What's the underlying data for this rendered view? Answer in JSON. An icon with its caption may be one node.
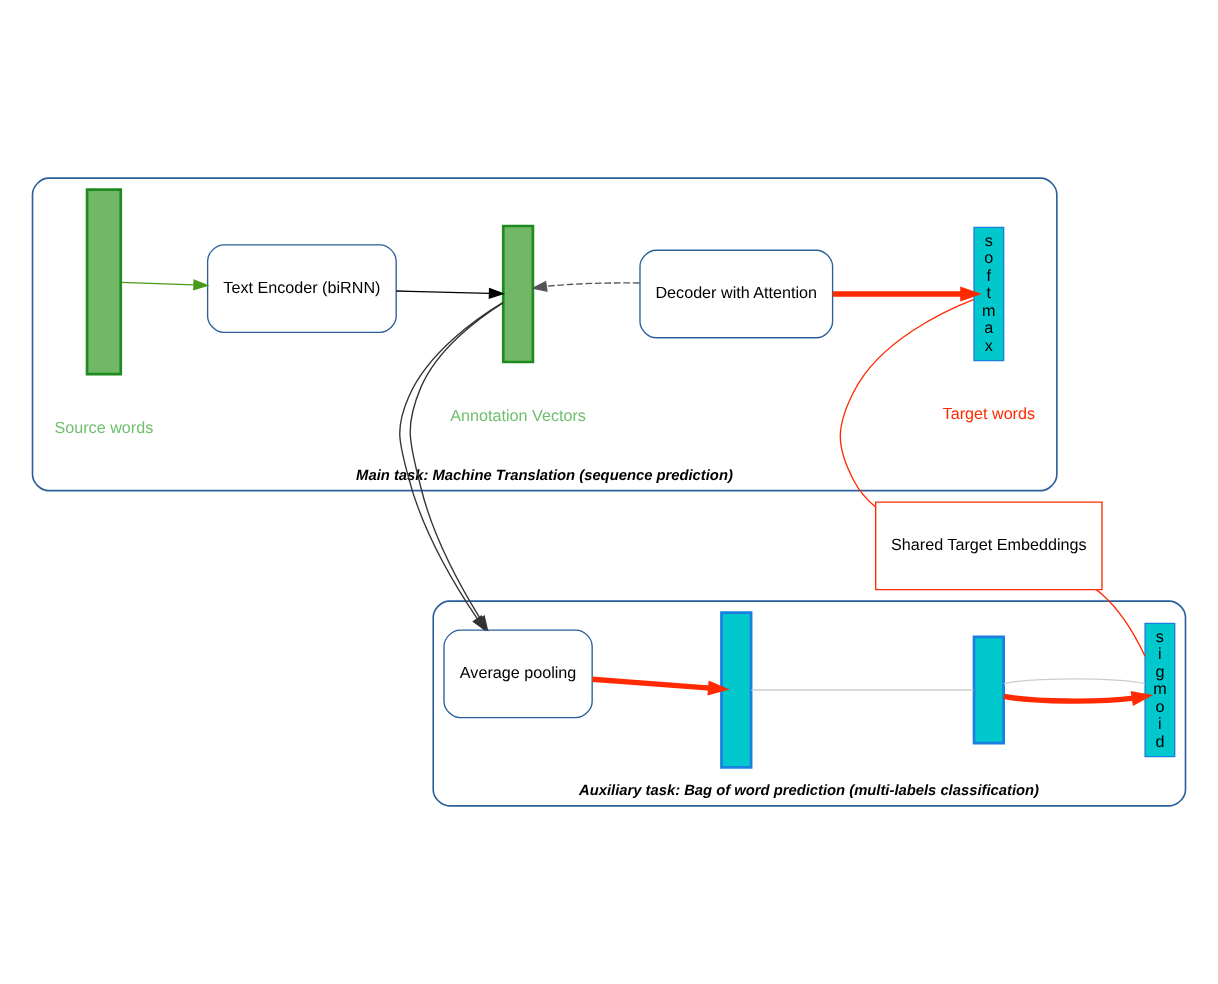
{
  "diagram": {
    "nodes": [
      {
        "text": [
          "Main task: Machine Translation (sequence prediction)"
        ]
      },
      {
        "text": [],
        "shape": "bar",
        "beside": [
          "Source words"
        ],
        "in": 0
      },
      {
        "text": [
          "Text Encoder (biRNN)"
        ],
        "in": 0
      },
      {
        "text": [],
        "shape": "bar",
        "beside": [
          "Annotation Vectors"
        ],
        "in": 0
      },
      {
        "text": [
          "Decoder with Attention"
        ],
        "in": 0
      },
      {
        "text": [
          "s o f t m a x"
        ],
        "beside": [
          "Target words"
        ],
        "in": 0
      },
      {
        "text": [
          "Auxiliary task: Bag of word prediction (multi-labels classification)"
        ]
      },
      {
        "text": [
          "Average pooling"
        ],
        "in": 6
      },
      {
        "text": [],
        "shape": "bar",
        "in": 6
      },
      {
        "text": [],
        "shape": "bar",
        "in": 6
      },
      {
        "text": [
          "s i g m o i d"
        ],
        "in": 6
      },
      {
        "text": [
          "Shared Target Embeddings"
        ]
      }
    ],
    "edges": [
      {
        "from": 1,
        "to": 2,
        "arrow": "to",
        "color": "#4a9a1a"
      },
      {
        "from": 2,
        "to": 3,
        "arrow": "to",
        "color": "#000000"
      },
      {
        "from": 4,
        "to": 3,
        "arrow": "to",
        "style": "dashed",
        "color": "#555555"
      },
      {
        "from": 4,
        "to": 5,
        "arrow": "to",
        "style": "thick",
        "color": "#ff2a00"
      },
      {
        "from": 3,
        "to": 7,
        "arrow": "to",
        "color": "#333333"
      },
      {
        "from": 7,
        "to": 8,
        "arrow": "to",
        "style": "thick",
        "color": "#ff2a00"
      },
      {
        "from": 8,
        "to": 9,
        "arrow": "none",
        "color": "#cccccc"
      },
      {
        "from": 9,
        "to": 10,
        "arrow": "to",
        "style": "thick",
        "color": "#ff2a00"
      },
      {
        "from": 9,
        "to": 10,
        "arrow": "none",
        "color": "#cccccc"
      },
      {
        "from": 11,
        "to": 5,
        "arrow": "none",
        "color": "#ff2a00"
      },
      {
        "from": 11,
        "to": 10,
        "arrow": "none",
        "color": "#ff2a00"
      }
    ]
  }
}
